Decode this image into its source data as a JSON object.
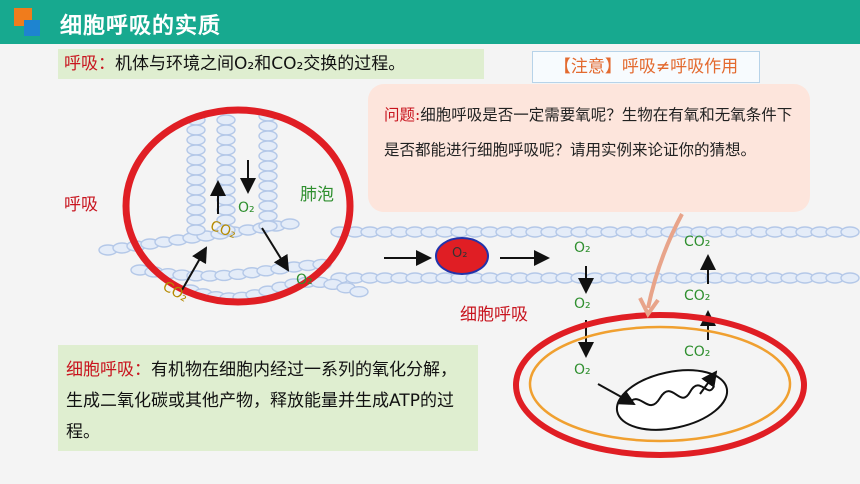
{
  "header": {
    "title": "细胞呼吸的实质"
  },
  "definitions": {
    "respiration": {
      "term": "呼吸",
      "sep": "：",
      "text": "机体与环境之间O₂和CO₂交换的过程。"
    },
    "cell_respiration": {
      "term": "细胞呼吸",
      "sep": "：",
      "text": "有机物在细胞内经过一系列的氧化分解，生成二氧化碳或其他产物，释放能量并生成ATP的过程。"
    }
  },
  "note": "【注意】呼吸≠呼吸作用",
  "callout": {
    "label": "问题:",
    "text": "细胞呼吸是否一定需要氧呢？生物在有氧和无氧条件下是否都能进行细胞呼吸呢？请用实例来论证你的猜想。"
  },
  "diagram": {
    "respiration_label": "呼吸",
    "alveolus_label": "肺泡",
    "cell_respiration_label": "细胞呼吸",
    "o2": "O₂",
    "co2": "CO₂"
  },
  "colors": {
    "header": "#17a98f",
    "accent_red": "#c8141e",
    "definition_bg": "#dfeed0",
    "callout_bg": "#fde5dc",
    "vessel": "#b4c8e8"
  }
}
